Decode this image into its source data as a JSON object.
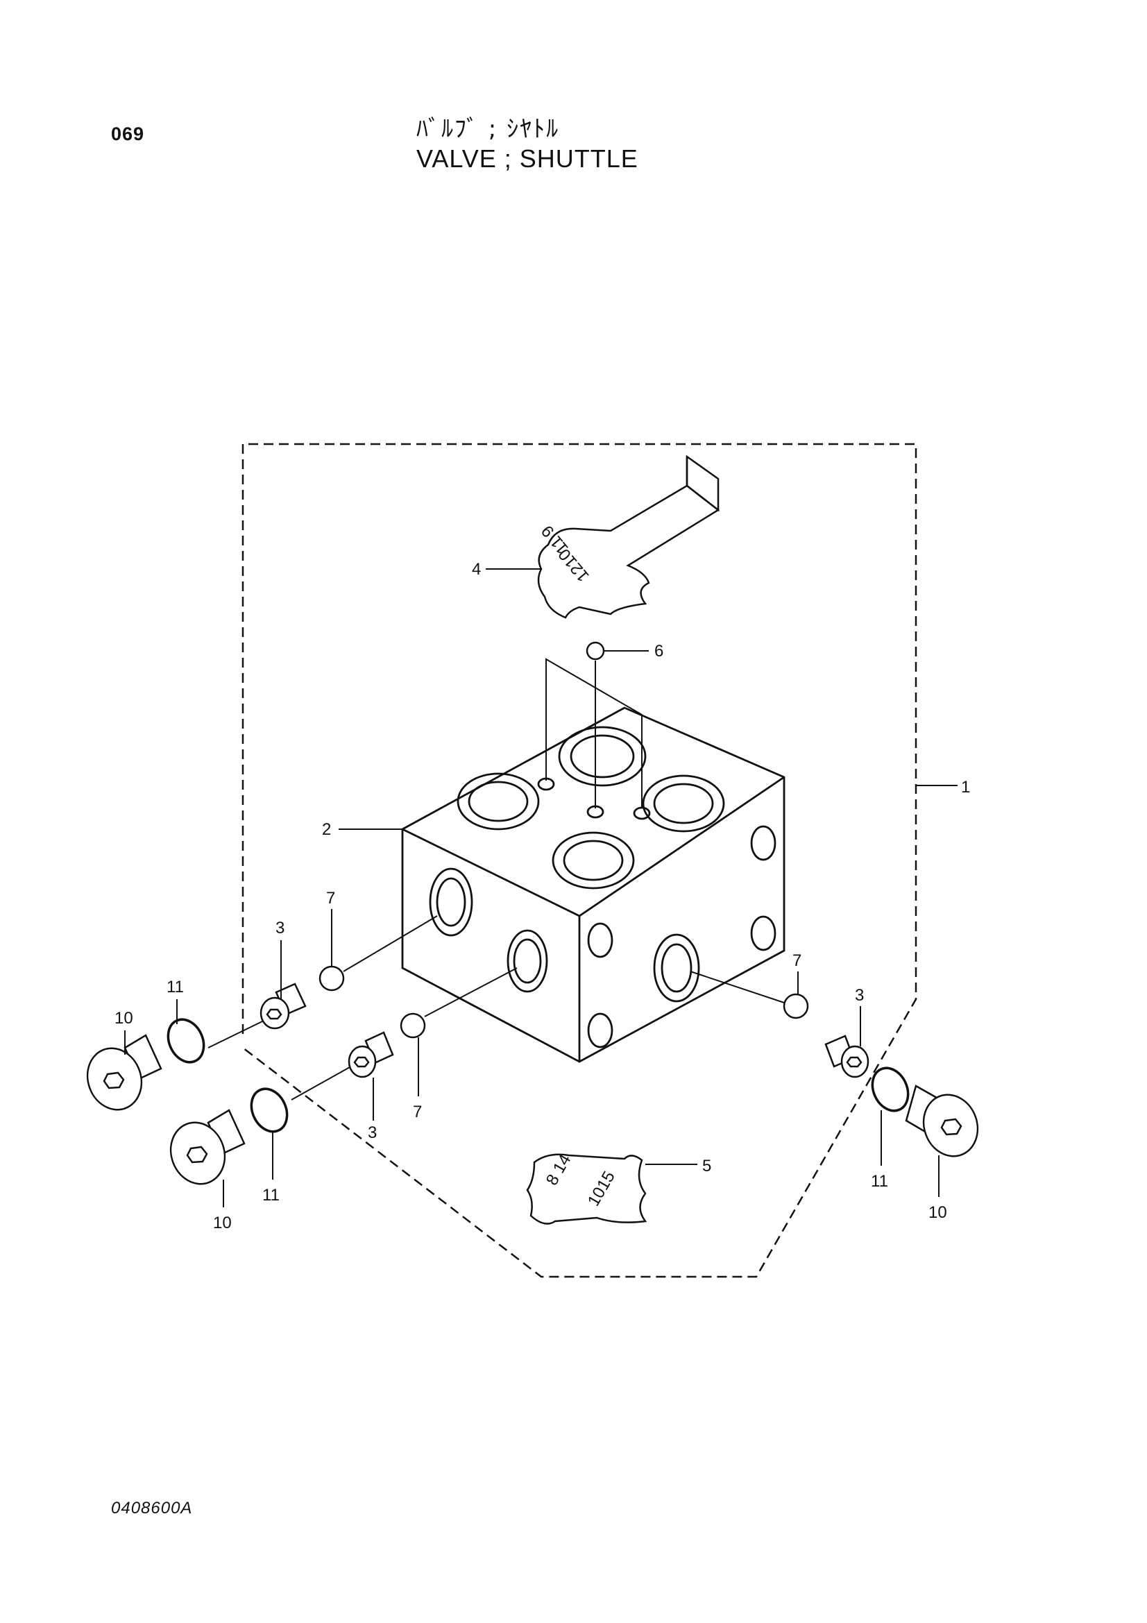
{
  "header": {
    "page_number": "069",
    "title_jp": "ﾊﾞﾙﾌﾞ ; ｼﾔﾄﾙ",
    "title_en": "VALVE ; SHUTTLE"
  },
  "footer": {
    "drawing_code": "0408600A"
  },
  "parts": {
    "tag_top_text": "1210",
    "tag_top_text2": "11 9",
    "tag_bottom_text": "1015",
    "tag_bottom_text2": "8 14"
  },
  "callouts": {
    "c1": "1",
    "c2": "2",
    "c3a": "3",
    "c3b": "3",
    "c3c": "3",
    "c4": "4",
    "c5": "5",
    "c6": "6",
    "c7a": "7",
    "c7b": "7",
    "c7c": "7",
    "c10a": "10",
    "c10b": "10",
    "c10c": "10",
    "c11a": "11",
    "c11b": "11",
    "c11c": "11"
  }
}
